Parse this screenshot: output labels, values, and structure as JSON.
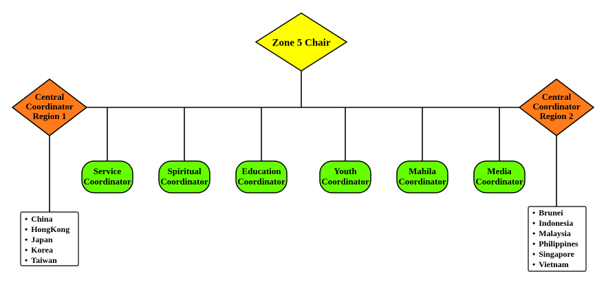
{
  "chair": {
    "label": "Zone 5 Chair",
    "color": "#ffff00"
  },
  "region_left": {
    "lines": [
      "Central",
      "Coordinator",
      "Region 1"
    ],
    "color": "#ff7a1a"
  },
  "region_right": {
    "lines": [
      "Central",
      "Coordinator",
      "Region 2"
    ],
    "color": "#ff7a1a"
  },
  "coordinators": [
    {
      "line1": "Service",
      "line2": "Coordinator"
    },
    {
      "line1": "Spiritual",
      "line2": "Coordinator"
    },
    {
      "line1": "Education",
      "line2": "Coordinator"
    },
    {
      "line1": "Youth",
      "line2": "Coordinator"
    },
    {
      "line1": "Mahila",
      "line2": "Coordinator"
    },
    {
      "line1": "Media",
      "line2": "Coordinator"
    }
  ],
  "coordinator_color": "#66ff00",
  "region1_countries": [
    "China",
    "HongKong",
    "Japan",
    "Korea",
    "Taiwan"
  ],
  "region2_countries": [
    "Brunei",
    "Indonesia",
    "Malaysia",
    "Philippines",
    "Singapore",
    "Vietnam"
  ],
  "bullet": "•"
}
